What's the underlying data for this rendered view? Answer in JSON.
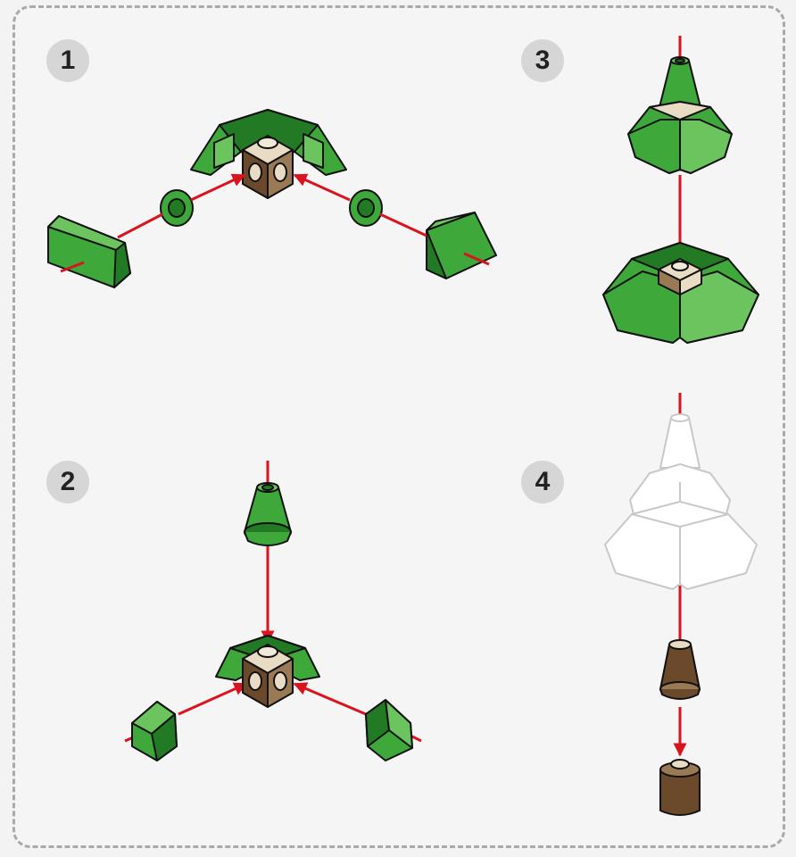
{
  "steps": [
    {
      "number": "1"
    },
    {
      "number": "2"
    },
    {
      "number": "3"
    },
    {
      "number": "4"
    }
  ],
  "colors": {
    "green": "#3fa83a",
    "green_light": "#6cc45e",
    "green_dark": "#237a24",
    "brown": "#6b4a2b",
    "brown_light": "#9a7a55",
    "tan": "#e8dcc4",
    "arrow": "#d9141e",
    "outline": "#111111",
    "ghost": "#ffffff"
  },
  "icons": [
    "slope-brick-icon",
    "round-plate-icon",
    "cone-icon",
    "cylinder-icon",
    "brick-with-studs-icon",
    "arrow-icon"
  ]
}
